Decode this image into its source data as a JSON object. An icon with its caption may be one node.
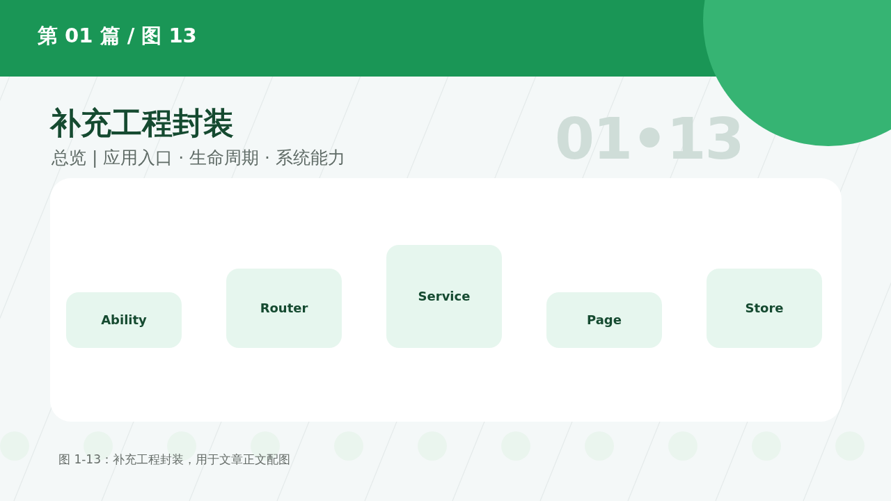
{
  "diagram": {
    "title": "补充工程封装",
    "nodes": [
      {
        "text": [
          "Ability"
        ]
      },
      {
        "text": [
          "Router"
        ]
      },
      {
        "text": [
          "Service"
        ]
      },
      {
        "text": [
          "Page"
        ]
      },
      {
        "text": [
          "Store"
        ]
      }
    ],
    "labels": [
      "第 01 篇 / 图 13",
      "总览 | 应用入口 · 生命周期 · 系统能力",
      "01•13"
    ],
    "caption": "图 1-13：补充工程封装，用于文章正文配图"
  }
}
